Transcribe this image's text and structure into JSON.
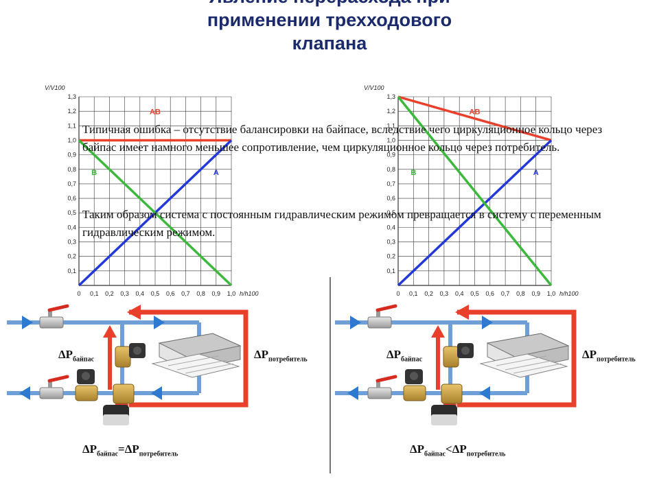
{
  "title_lines": [
    "Явление перерасхода при",
    "применении трехходового",
    "клапана"
  ],
  "text": {
    "paragraph1": "Типичная ошибка – отсутствие балансировки на байпасе, вследствие чего циркуляционное кольцо через байпас имеет намного меньшее сопротивление, чем циркуляционное кольцо через потребитель.",
    "paragraph2": "Таким образом система с постоянным гидравлическим режимом превращается в систему с переменным гидравлическим режимом."
  },
  "colors": {
    "AB": "#e8402a",
    "A": "#2238d8",
    "B": "#3cb83c",
    "pipe_red": "#e8402a",
    "pipe_blue": "#6e9fd6"
  },
  "chart_data": [
    {
      "type": "line",
      "ylabel": "V/V100",
      "xlabel": "h/h100",
      "xlim": [
        0,
        1.0
      ],
      "ylim": [
        0,
        1.3
      ],
      "x_ticks": [
        "0",
        "0,1",
        "0,2",
        "0,3",
        "0,4",
        "0,5",
        "0,6",
        "0,7",
        "0,8",
        "0,9",
        "1,0"
      ],
      "y_ticks": [
        "0,1",
        "0,2",
        "0,3",
        "0,4",
        "0,5",
        "0,6",
        "0,7",
        "0,8",
        "0,9",
        "1,0",
        "1,1",
        "1,2",
        "1,3"
      ],
      "grid": true,
      "series": [
        {
          "name": "AB",
          "x": [
            0,
            1.0
          ],
          "y": [
            1.0,
            1.0
          ]
        },
        {
          "name": "A",
          "x": [
            0,
            1.0
          ],
          "y": [
            0.0,
            1.0
          ]
        },
        {
          "name": "B",
          "x": [
            0,
            1.0
          ],
          "y": [
            1.0,
            0.0
          ]
        }
      ]
    },
    {
      "type": "line",
      "ylabel": "V/V100",
      "xlabel": "h/h100",
      "xlim": [
        0,
        1.0
      ],
      "ylim": [
        0,
        1.3
      ],
      "x_ticks": [
        "0",
        "0,1",
        "0,2",
        "0,3",
        "0,4",
        "0,5",
        "0,6",
        "0,7",
        "0,8",
        "0,9",
        "1,0"
      ],
      "y_ticks": [
        "0,1",
        "0,2",
        "0,3",
        "0,4",
        "0,5",
        "0,6",
        "0,7",
        "0,8",
        "0,9",
        "1,0",
        "1,1",
        "1,2",
        "1,3"
      ],
      "grid": true,
      "series": [
        {
          "name": "AB",
          "x": [
            0,
            1.0
          ],
          "y": [
            1.3,
            1.0
          ]
        },
        {
          "name": "A",
          "x": [
            0,
            1.0
          ],
          "y": [
            0.0,
            1.0
          ]
        },
        {
          "name": "B",
          "x": [
            0,
            1.0
          ],
          "y": [
            1.3,
            0.0
          ]
        }
      ]
    }
  ],
  "labels": {
    "dp": "ΔP",
    "bypass": "байпас",
    "consumer": "потребитель",
    "eq": "=",
    "lt": "<"
  }
}
